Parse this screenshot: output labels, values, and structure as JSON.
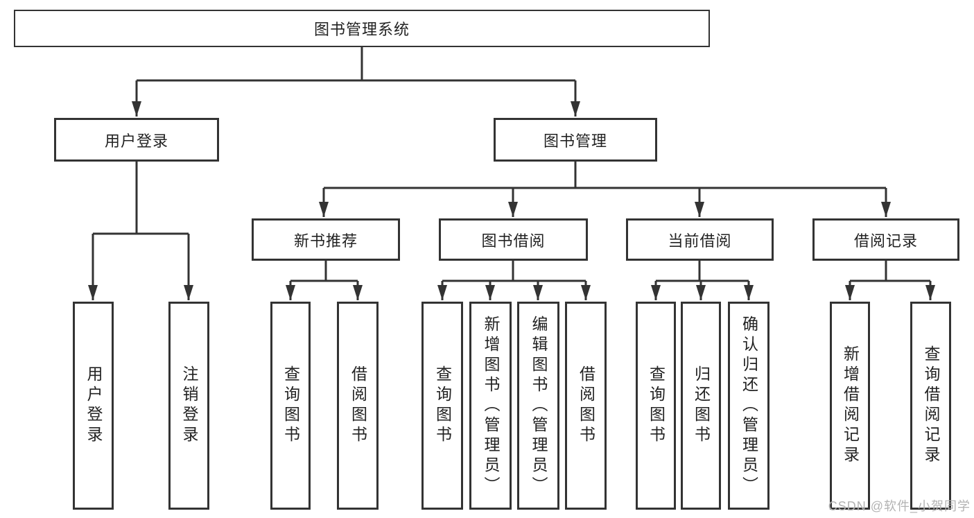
{
  "diagram": {
    "type": "hierarchy-tree",
    "title": "图书管理系统",
    "tree": {
      "label": "图书管理系统",
      "children": [
        {
          "label": "用户登录",
          "children": [
            {
              "label": "用户登录"
            },
            {
              "label": "注销登录"
            }
          ]
        },
        {
          "label": "图书管理",
          "children": [
            {
              "label": "新书推荐",
              "children": [
                {
                  "label": "查询图书"
                },
                {
                  "label": "借阅图书"
                }
              ]
            },
            {
              "label": "图书借阅",
              "children": [
                {
                  "label": "查询图书"
                },
                {
                  "label": "新增图书（管理员）"
                },
                {
                  "label": "编辑图书（管理员）"
                },
                {
                  "label": "借阅图书"
                }
              ]
            },
            {
              "label": "当前借阅",
              "children": [
                {
                  "label": "查询图书"
                },
                {
                  "label": "归还图书"
                },
                {
                  "label": "确认归还（管理员）"
                }
              ]
            },
            {
              "label": "借阅记录",
              "children": [
                {
                  "label": "新增借阅记录"
                },
                {
                  "label": "查询借阅记录"
                }
              ]
            }
          ]
        }
      ]
    }
  },
  "watermark": {
    "text": "CSDN @软件_小贺同学"
  },
  "colors": {
    "line": "#333333",
    "node_border": "#333333",
    "text": "#222222",
    "watermark": "#b3b3b3",
    "background": "#ffffff"
  }
}
